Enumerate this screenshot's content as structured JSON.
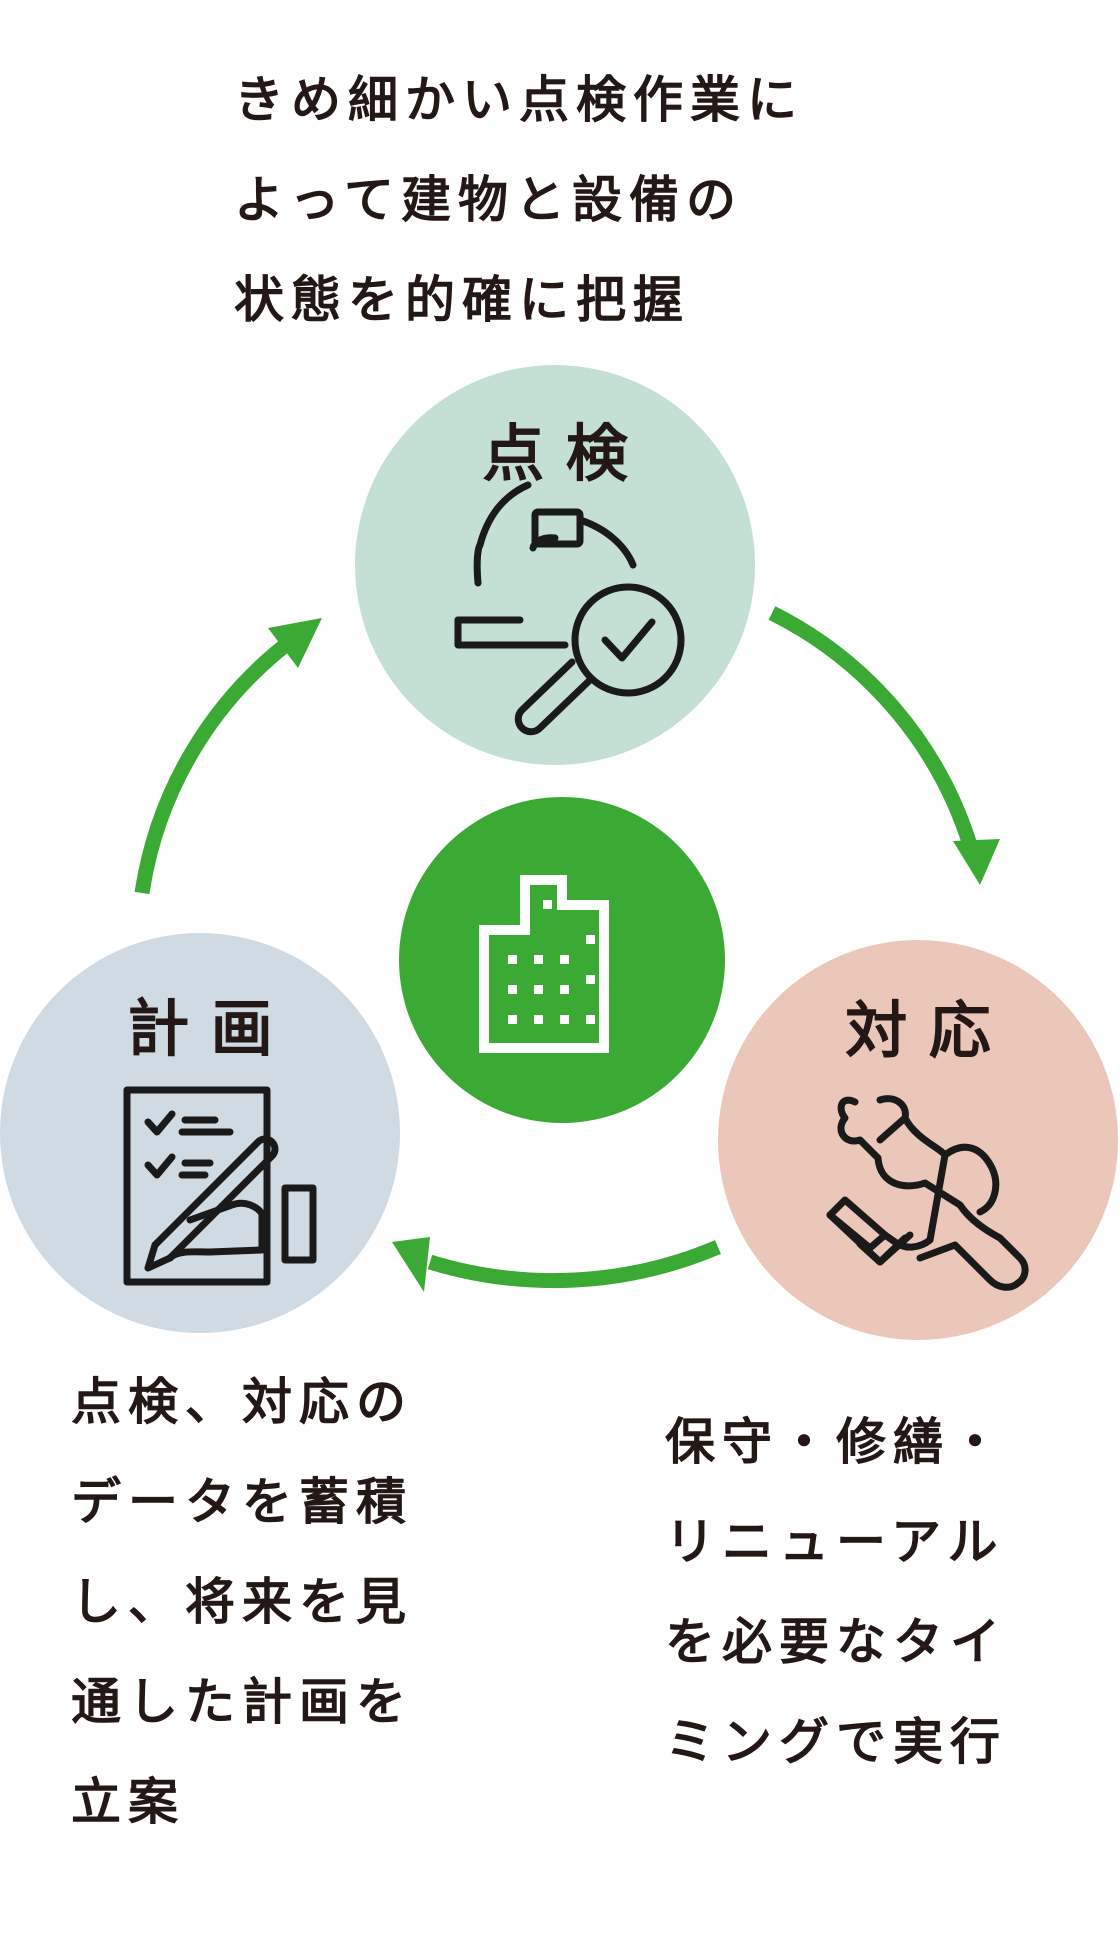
{
  "intro": {
    "lines": [
      "きめ細かい点検作業に",
      "よって建物と設備の",
      "状態を的確に把握"
    ]
  },
  "nodes": {
    "inspect": {
      "label": "点 検",
      "color": "#c4dfd3",
      "icon": "hardhat-magnifier-check-icon"
    },
    "respond": {
      "label": "対 応",
      "color": "#ebc7b9",
      "icon": "hand-wrench-icon"
    },
    "plan": {
      "label": "計 画",
      "color": "#d0dae3",
      "icon": "clipboard-checklist-pen-icon"
    },
    "center": {
      "color": "#3aaa35",
      "icon": "building-icon"
    }
  },
  "arrow_color": "#3aaa35",
  "plan_desc": {
    "lines": [
      "点検、対応の",
      "データを蓄積",
      "し、将来を見",
      "通した計画を",
      "立案"
    ]
  },
  "respond_desc": {
    "lines": [
      "保守・修繕・",
      "リニューアル",
      "を必要なタイ",
      "ミングで実行"
    ]
  }
}
